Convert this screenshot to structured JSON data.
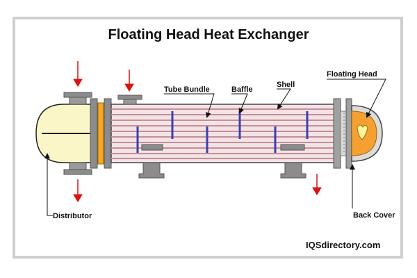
{
  "title": "Floating Head Heat Exchanger",
  "labels": {
    "tube_bundle": "Tube Bundle",
    "baffle": "Baffle",
    "shell": "Shell",
    "floating_head": "Floating Head",
    "distributor": "Distributor",
    "back_cover": "Back Cover"
  },
  "credit": "IQSdirectory.com",
  "colors": {
    "frame": "#cfcfcf",
    "flange": "#8c8c8c",
    "distributor_fill": "#fbf6c8",
    "tube_sheet": "#f5a623",
    "tube_lines": "#c98f8f",
    "baffle": "#3b3fb0",
    "floating_head": "#f5a033",
    "arrow": "#dd1111"
  }
}
